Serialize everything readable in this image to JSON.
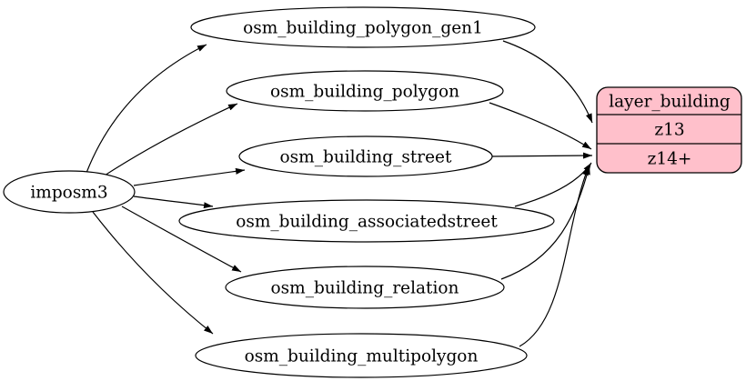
{
  "background": "#ffffff",
  "diagram": {
    "type": "graphviz-digraph",
    "source": {
      "label": "imposm3"
    },
    "tables": [
      {
        "label": "osm_building_polygon_gen1",
        "target": "z13"
      },
      {
        "label": "osm_building_polygon",
        "target": "z14+"
      },
      {
        "label": "osm_building_street",
        "target": "z14+"
      },
      {
        "label": "osm_building_associatedstreet",
        "target": "z14+"
      },
      {
        "label": "osm_building_relation",
        "target": "z14+"
      },
      {
        "label": "osm_building_multipolygon",
        "target": "z14+"
      }
    ],
    "layer": {
      "title": "layer_building",
      "rows": [
        "z13",
        "z14+"
      ],
      "fill": "#ffc0cb",
      "stroke": "#000000"
    },
    "colors": {
      "edge": "#000000",
      "table_fill": "#ffffff",
      "table_stroke": "#000000",
      "text": "#000000"
    }
  }
}
